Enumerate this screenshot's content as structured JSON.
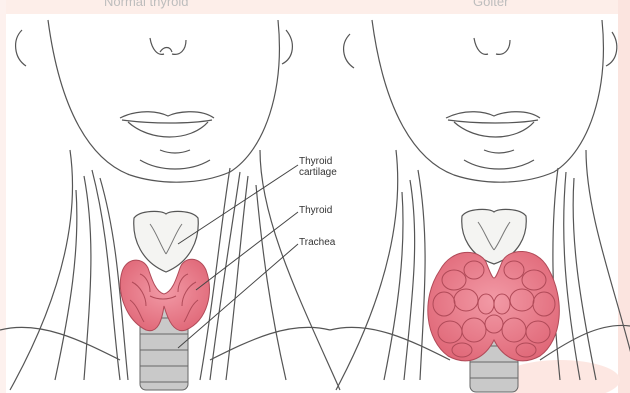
{
  "panels": {
    "left": {
      "title": "Normal thyroid"
    },
    "right": {
      "title": "Goiter"
    }
  },
  "labels": {
    "thyroid_cartilage": "Thyroid cartilage",
    "thyroid": "Thyroid",
    "trachea": "Trachea"
  },
  "colors": {
    "gland_fill": "#e8707e",
    "gland_stroke": "#b04a58",
    "line_art": "#555555",
    "cartilage_fill": "#f4f4f2",
    "trachea_fill": "#c9c9c9",
    "frame_tint": "#fdeee9"
  }
}
